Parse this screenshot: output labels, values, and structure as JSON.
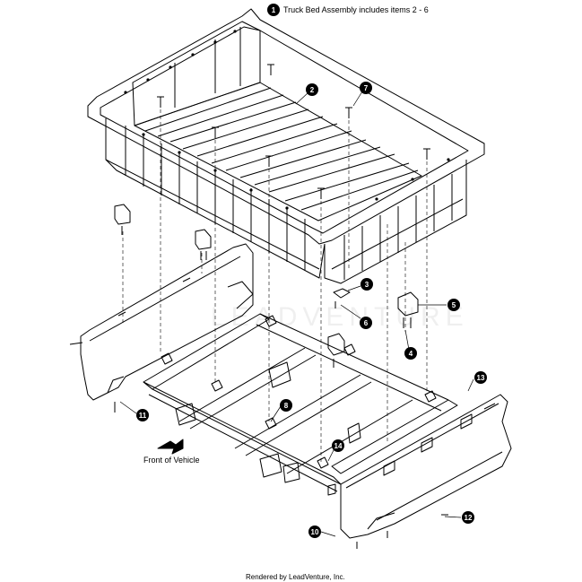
{
  "header": {
    "note_number": "1",
    "note_text": "Truck Bed Assembly includes items 2 - 6"
  },
  "callouts": [
    "2",
    "3",
    "4",
    "5",
    "6",
    "7",
    "8",
    "10",
    "11",
    "12",
    "13",
    "14"
  ],
  "direction": {
    "label": "Front of Vehicle"
  },
  "watermark": {
    "text": "LEADVENTURE"
  },
  "footer": {
    "credit": "Rendered by LeadVenture, Inc."
  }
}
